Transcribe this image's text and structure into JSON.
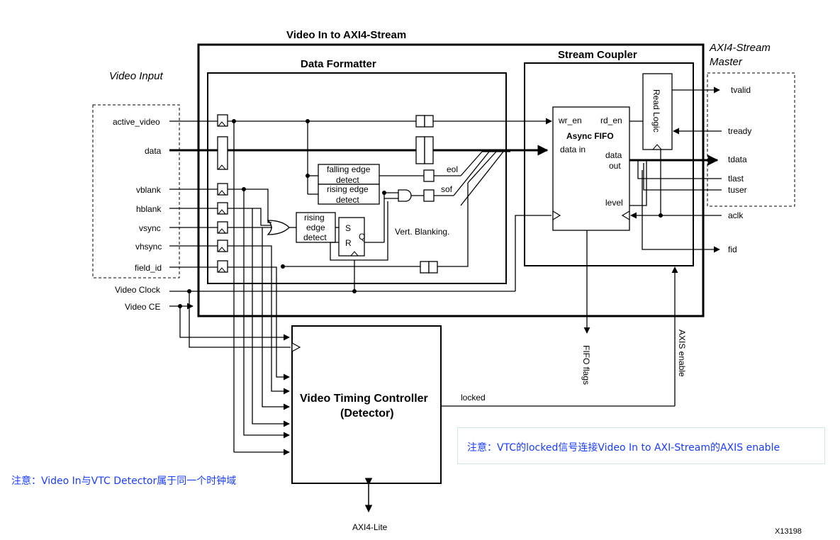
{
  "title": "Video In to AXI4-Stream",
  "blocks": {
    "data_formatter": "Data Formatter",
    "stream_coupler": "Stream Coupler",
    "async_fifo": "Async FIFO",
    "read_logic": "Read Logic",
    "vtc_line1": "Video Timing Controller",
    "vtc_line2": "(Detector)",
    "falling_edge_1": "falling edge",
    "falling_edge_2": "detect",
    "rising_edge_top_1": "rising edge",
    "rising_edge_top_2": "detect",
    "rising_edge_left_1": "rising",
    "rising_edge_left_2": "edge",
    "rising_edge_left_3": "detect",
    "sr_s": "S",
    "sr_r": "R",
    "sr_q": "Q"
  },
  "groups": {
    "video_input": "Video Input",
    "axi4_master_1": "AXI4-Stream",
    "axi4_master_2": "Master"
  },
  "inputs": [
    "active_video",
    "data",
    "vblank",
    "hblank",
    "vsync",
    "vhsync",
    "field_id"
  ],
  "clocks": {
    "video_clock": "Video Clock",
    "video_ce": "Video CE"
  },
  "outputs": [
    "tvalid",
    "tready",
    "tdata",
    "tlast",
    "tuser",
    "aclk",
    "fid"
  ],
  "fifo_ports": {
    "wr_en": "wr_en",
    "rd_en": "rd_en",
    "data_in": "data in",
    "data_out_1": "data",
    "data_out_2": "out",
    "level": "level"
  },
  "signals": {
    "eol": "eol",
    "sof": "sof",
    "vert_blanking": "Vert. Blanking.",
    "locked": "locked",
    "fifo_flags": "FIFO flags",
    "axis_enable": "AXIS enable",
    "axi4_lite": "AXI4-Lite"
  },
  "figure_id": "X13198",
  "notes": {
    "right": "注意：VTC的locked信号连接Video In to AXI-Stream的AXIS enable",
    "left": "注意：Video In与VTC Detector属于同一个时钟域"
  }
}
